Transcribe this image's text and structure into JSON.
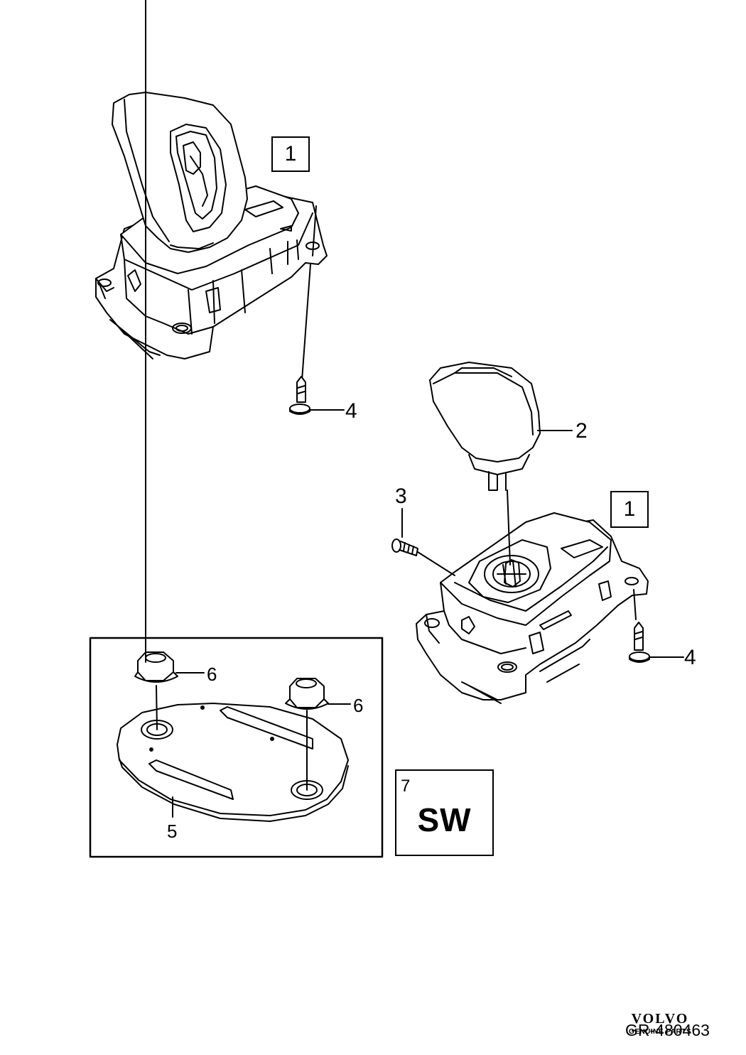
{
  "callouts": {
    "part1_top": "1",
    "part1_right": "1",
    "part2": "2",
    "part3": "3",
    "part4_left": "4",
    "part4_right": "4",
    "part5": "5",
    "part6_left": "6",
    "part6_right": "6",
    "part7": "7"
  },
  "software_box": {
    "label": "SW"
  },
  "brand": {
    "name": "VOLVO",
    "tagline": "GENUINE PARTS"
  },
  "reference": "GR-480463",
  "icons": [
    "gear-selector-drawing",
    "gear-knob-drawing",
    "screw-drawing",
    "bolt-drawing",
    "mounting-plate-drawing",
    "nut-drawing"
  ]
}
